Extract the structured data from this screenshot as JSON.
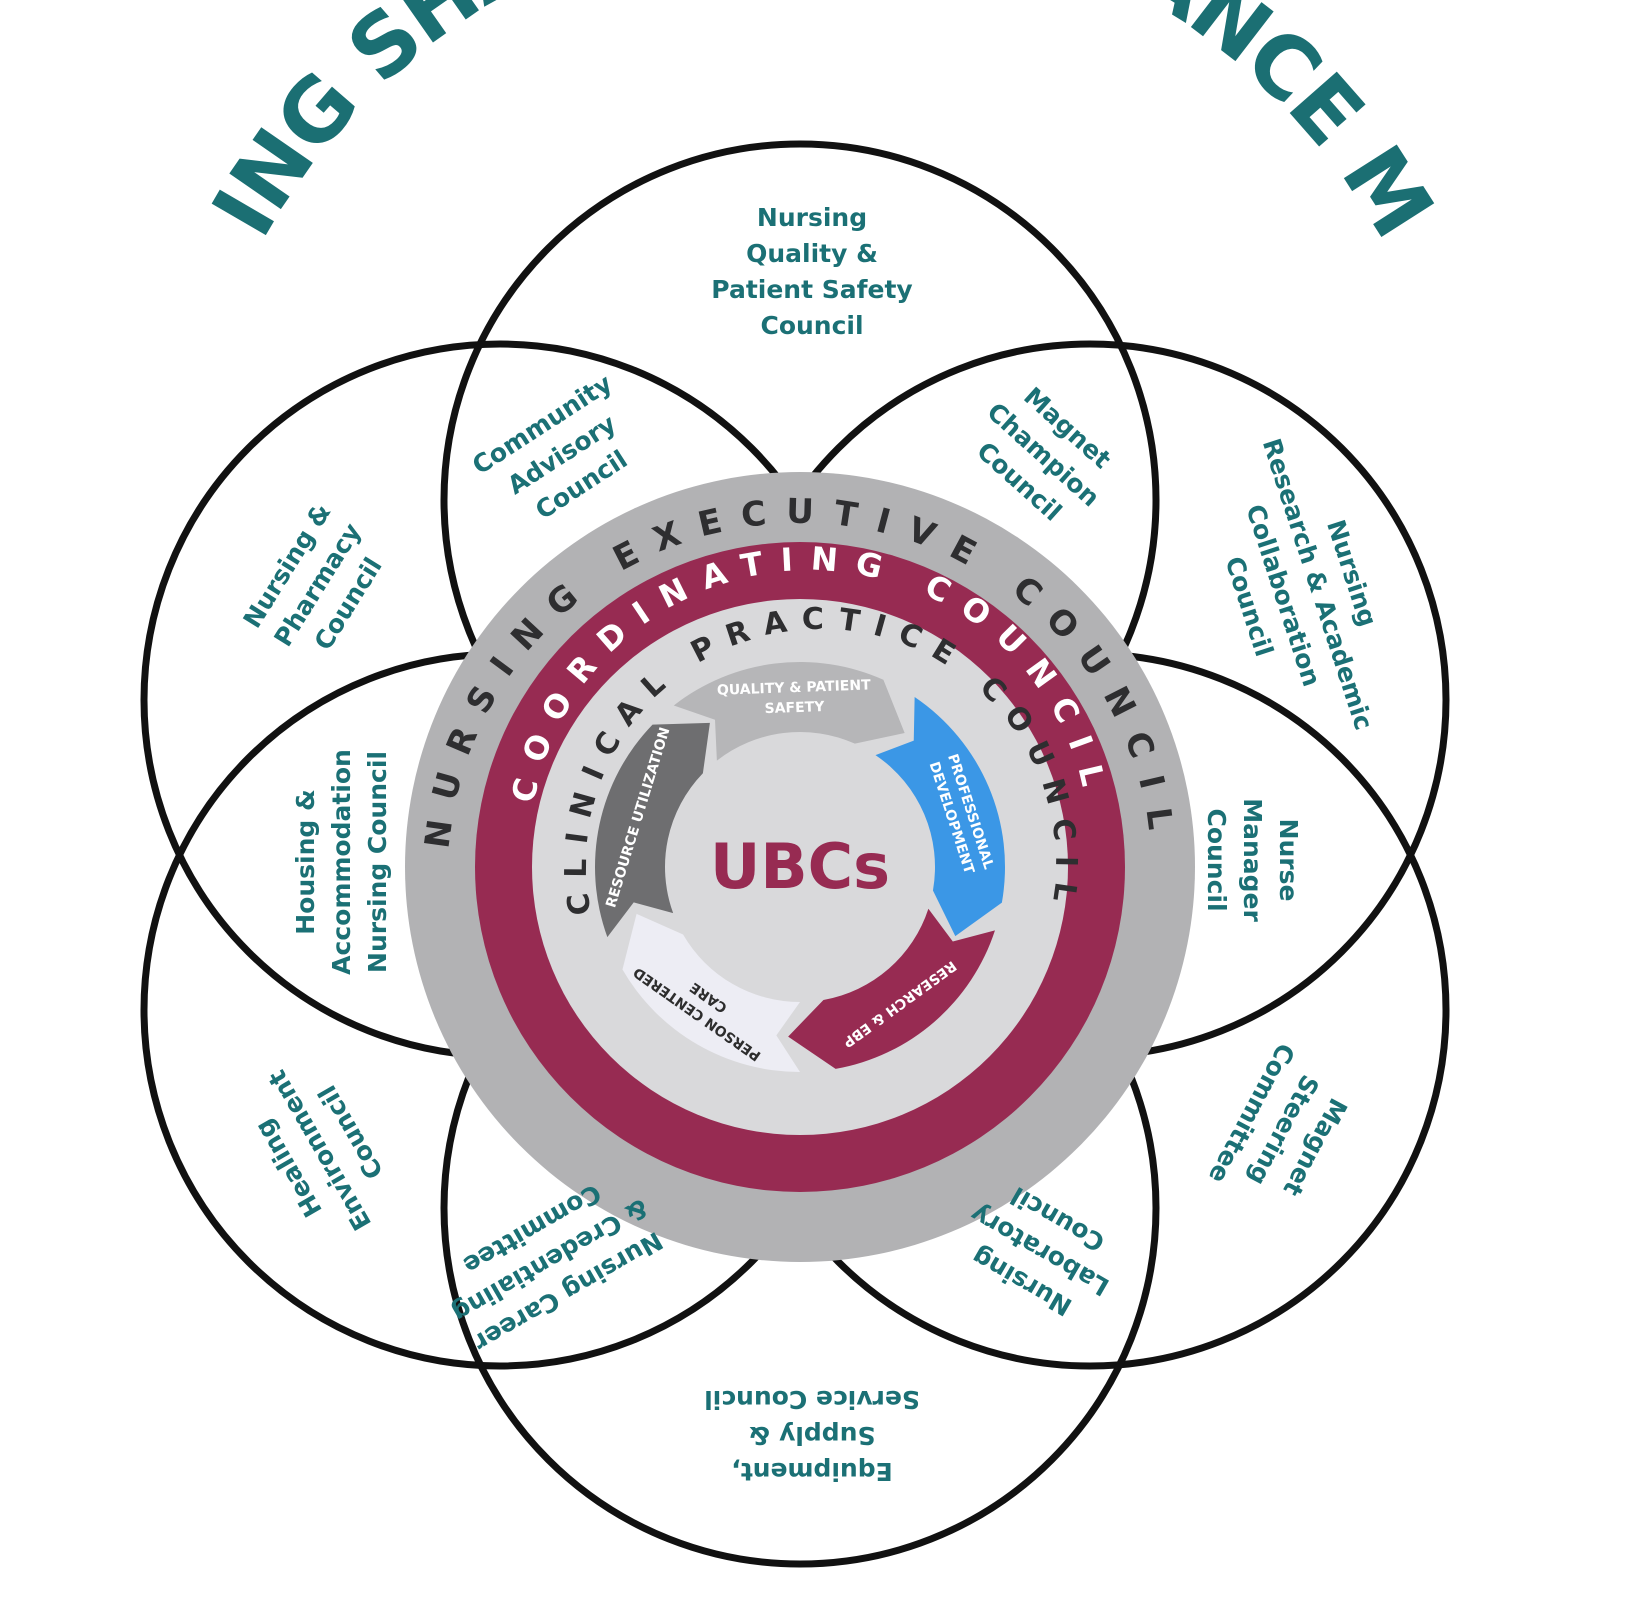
{
  "title": "NURSING SHARED GOVERNANCE MODEL",
  "rings": {
    "outer": "NURSING EXECUTIVE COUNCIL",
    "middle": "COORDINATING COUNCIL",
    "inner": "CLINICAL PRACTICE COUNCIL"
  },
  "center": "UBCs",
  "cycle_segments": [
    {
      "id": "quality",
      "label": [
        "QUALITY & PATIENT",
        "SAFETY"
      ],
      "color": "#b6b6b8",
      "text_color": "#ffffff"
    },
    {
      "id": "professional",
      "label": [
        "PROFESSIONAL",
        "DEVELOPMENT"
      ],
      "color": "#3b97e6",
      "text_color": "#ffffff"
    },
    {
      "id": "research",
      "label": [
        "RESEARCH & EBP"
      ],
      "color": "#972b52",
      "text_color": "#ffffff"
    },
    {
      "id": "person",
      "label": [
        "PERSON CENTERED",
        "CARE"
      ],
      "color": "#ededf4",
      "text_color": "#2d2d2d"
    },
    {
      "id": "resource",
      "label": [
        "RESOURCE UTILIZATION"
      ],
      "color": "#6e6e70",
      "text_color": "#ffffff"
    }
  ],
  "councils": [
    {
      "id": "nqps",
      "lines": [
        "Nursing",
        "Quality &",
        "Patient Safety",
        "Council"
      ]
    },
    {
      "id": "community",
      "lines": [
        "Community",
        "Advisory",
        "Council"
      ]
    },
    {
      "id": "magnet-champion",
      "lines": [
        "Magnet",
        "Champion",
        "Council"
      ]
    },
    {
      "id": "nursing-pharmacy",
      "lines": [
        "Nursing &",
        "Pharmacy",
        "Council"
      ]
    },
    {
      "id": "nursing-research",
      "lines": [
        "Nursing",
        "Research & Academic",
        "Collaboration",
        "Council"
      ]
    },
    {
      "id": "housing",
      "lines": [
        "Housing &",
        "Accommodation",
        "Nursing Council"
      ]
    },
    {
      "id": "nurse-manager",
      "lines": [
        "Nurse",
        "Manager",
        "Council"
      ]
    },
    {
      "id": "healing",
      "lines": [
        "Healing",
        "Environment",
        "Council"
      ]
    },
    {
      "id": "magnet-steering",
      "lines": [
        "Magnet",
        "Steering",
        "Committee"
      ]
    },
    {
      "id": "career",
      "lines": [
        "Nursing Career",
        "& Credentialing",
        "Committee"
      ]
    },
    {
      "id": "laboratory",
      "lines": [
        "Nursing",
        "Laboratory",
        "Council"
      ]
    },
    {
      "id": "equipment",
      "lines": [
        "Equipment,",
        "Supply &",
        "Service Council"
      ]
    }
  ],
  "colors": {
    "teal": "#1b7075",
    "maroon": "#972b52",
    "outer_gray": "#b2b2b4",
    "inner_gray": "#d9d9db",
    "petal_stroke": "#111111"
  }
}
